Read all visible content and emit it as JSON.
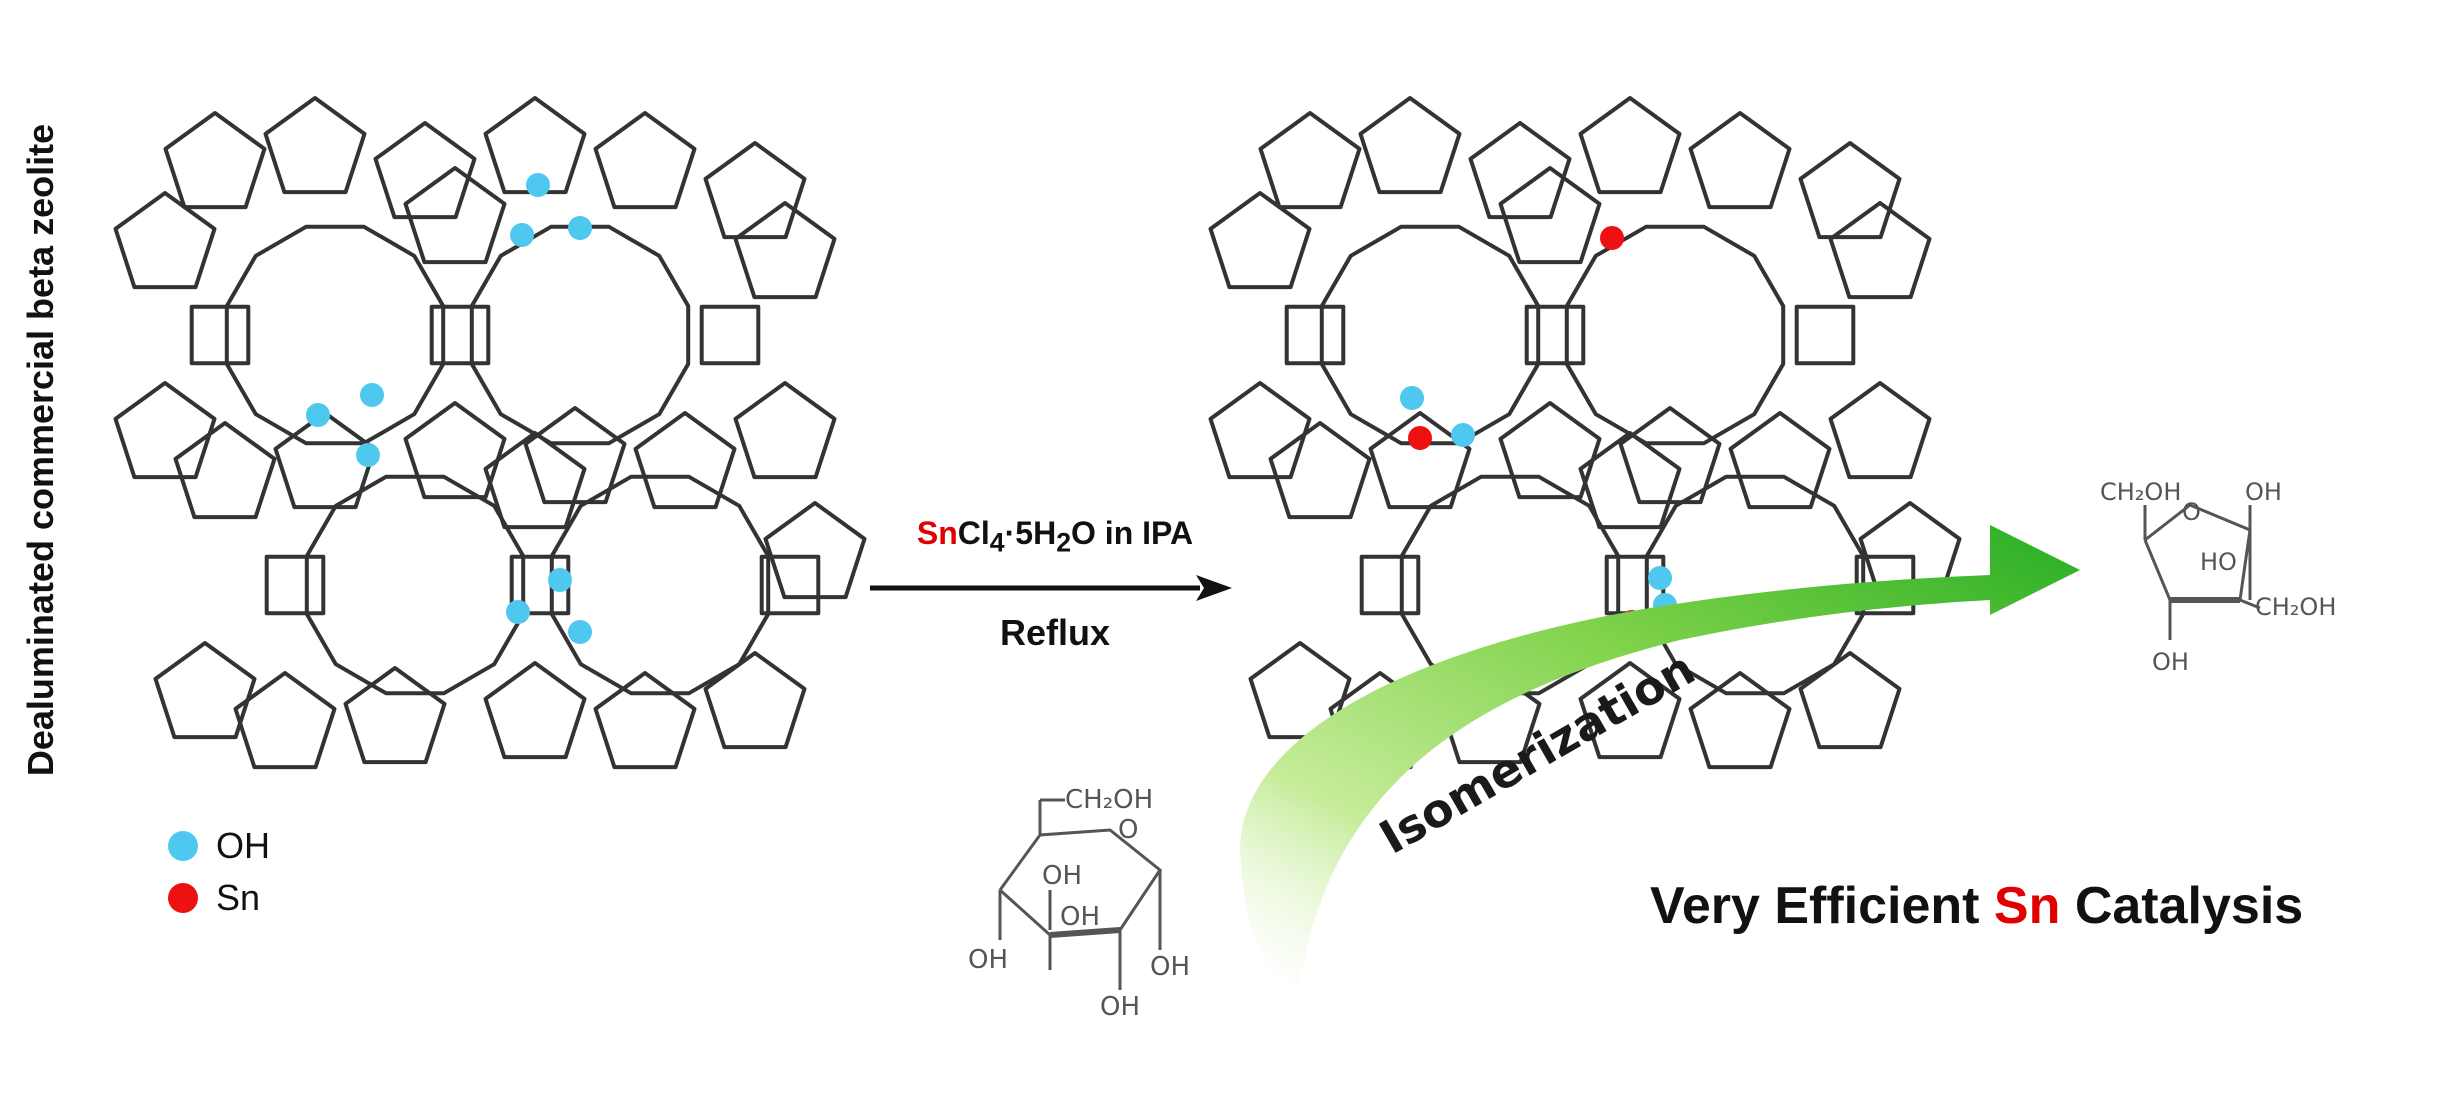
{
  "side_title": "Dealuminated commercial beta zeolite",
  "legend": [
    {
      "label": "OH",
      "color": "#4fc8f0"
    },
    {
      "label": "Sn",
      "color": "#ee1111"
    }
  ],
  "reagent": {
    "metal": "Sn",
    "rest_prefix": "Cl",
    "sub_4": "4",
    "rest_mid": "·5H",
    "sub_2": "2",
    "rest_suffix": "O in IPA"
  },
  "condition": "Reflux",
  "process_label": "Isomerization",
  "headline": {
    "before": "Very Efficient ",
    "metal": "Sn",
    "after": " Catalysis"
  },
  "glucose_labels": {
    "ch2oh": "CH₂OH",
    "o": "O",
    "oh_top": "OH",
    "oh_mid": "OH",
    "ho_left": "OH",
    "oh_right": "OH",
    "oh_bottom": "OH"
  },
  "fructose_labels": {
    "ch2oh_top": "CH₂OH",
    "o": "O",
    "oh_top": "OH",
    "ho_mid": "HO",
    "ch2oh_right": "CH₂OH",
    "oh_bottom": "OH"
  },
  "colors": {
    "framework": "#333333",
    "oh_site": "#4fc8f0",
    "sn_site": "#ee1111",
    "arrow_green": "#2fb52f"
  }
}
